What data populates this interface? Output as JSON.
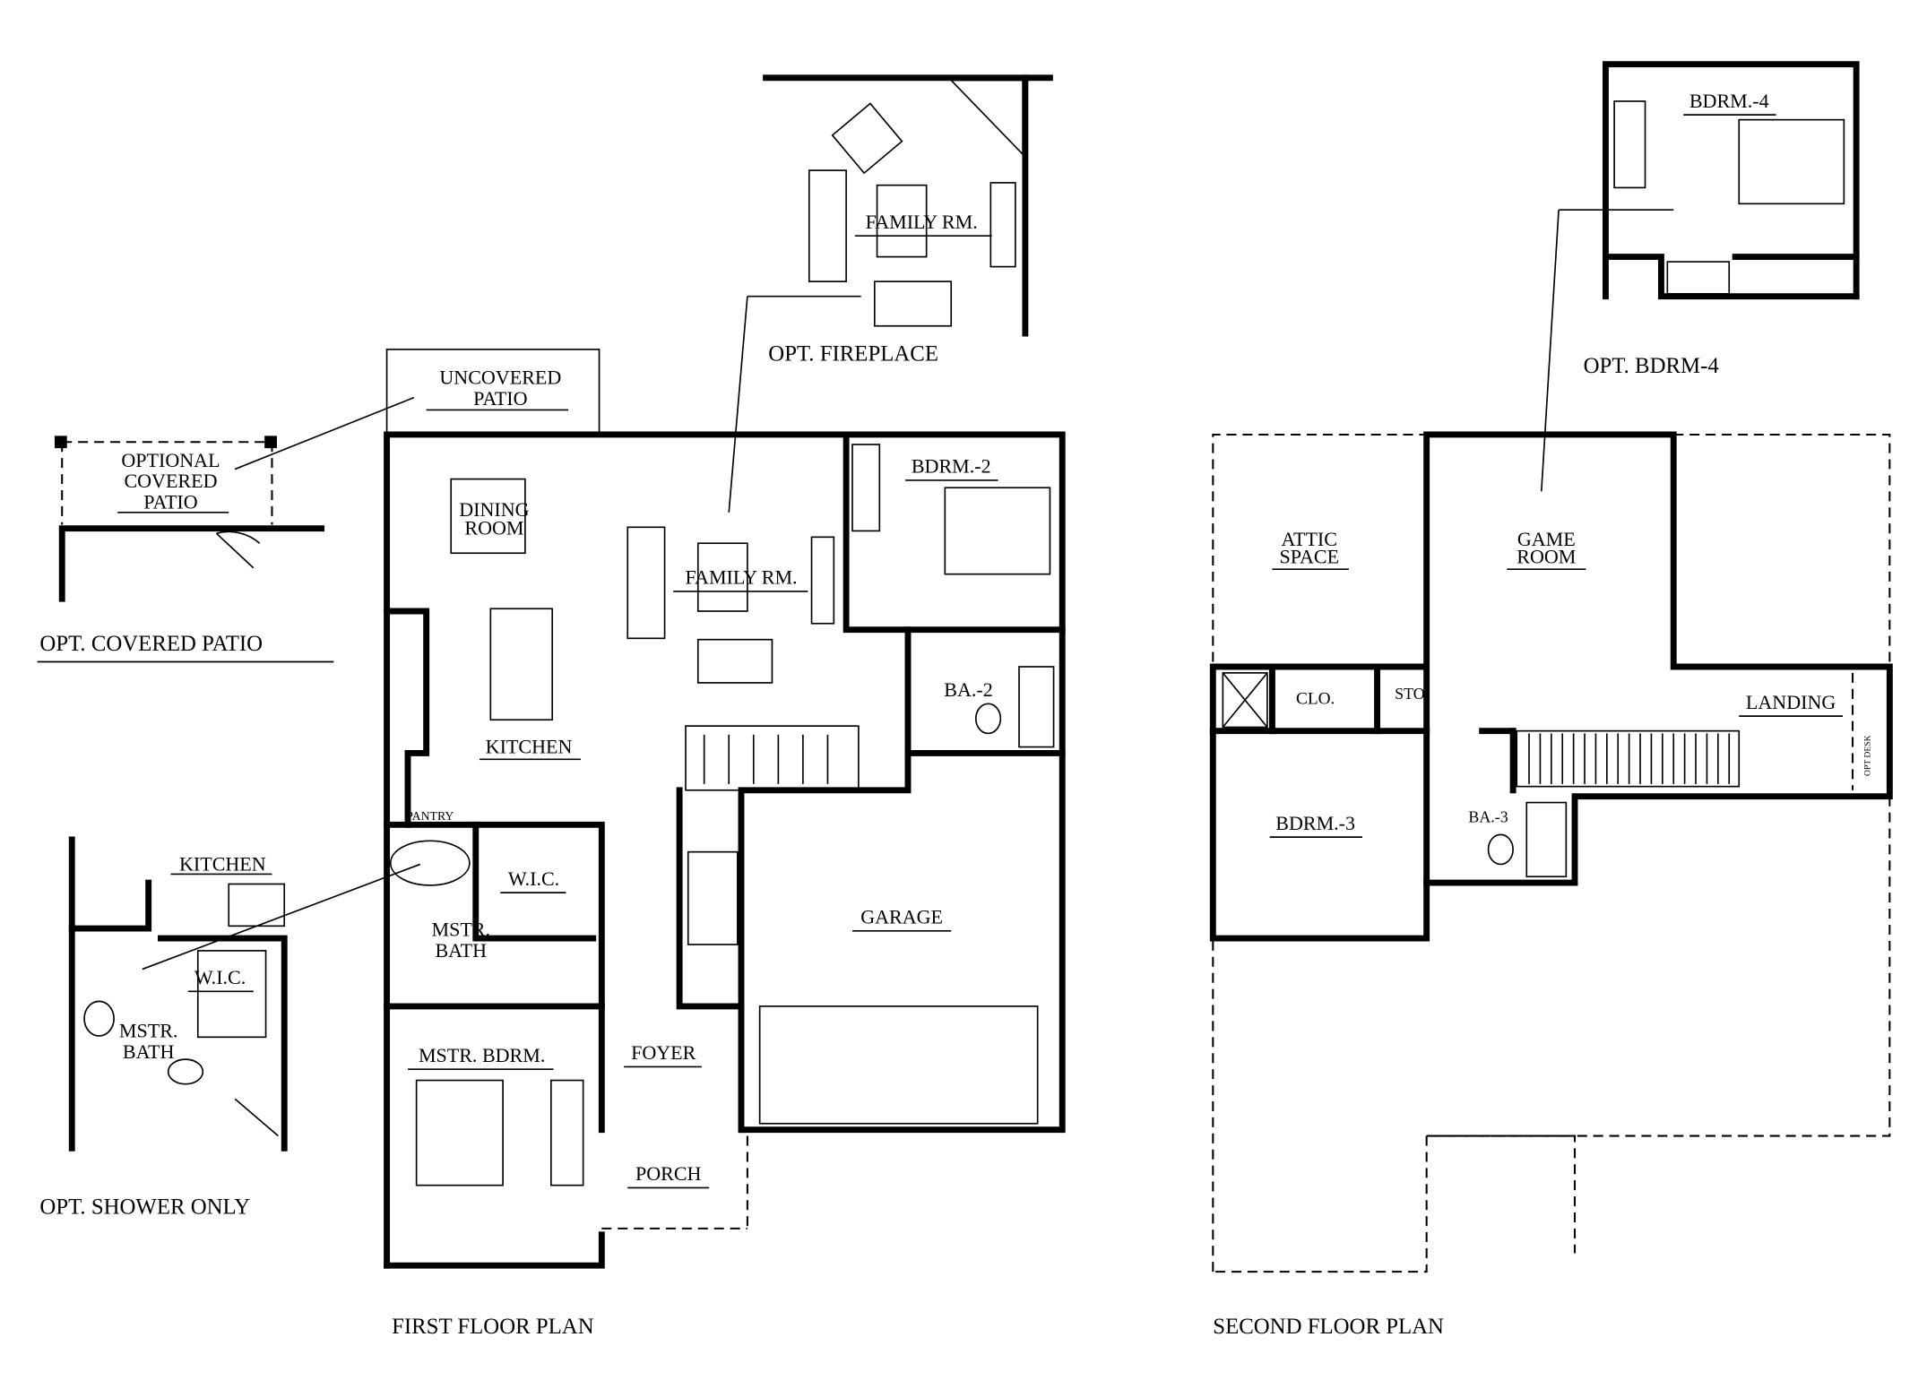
{
  "first_floor": {
    "title": "FIRST FLOOR PLAN",
    "rooms": {
      "uncovered_patio": [
        "UNCOVERED",
        "PATIO"
      ],
      "dining_room": [
        "DINING",
        "ROOM"
      ],
      "family_rm": "FAMILY RM.",
      "bdrm2": "BDRM.-2",
      "ba2": "BA.-2",
      "kitchen": "KITCHEN",
      "pantry": "PANTRY",
      "wic": "W.I.C.",
      "mstr_bath": [
        "MSTR.",
        "BATH"
      ],
      "mstr_bdrm": "MSTR. BDRM.",
      "foyer": "FOYER",
      "garage": "GARAGE",
      "porch": "PORCH"
    }
  },
  "second_floor": {
    "title": "SECOND FLOOR PLAN",
    "rooms": {
      "attic_space": [
        "ATTIC",
        "SPACE"
      ],
      "game_room": [
        "GAME",
        "ROOM"
      ],
      "clo": "CLO.",
      "sto": "STO.",
      "landing": "LANDING",
      "opt_desk": "OPT DESK",
      "bdrm3": "BDRM.-3",
      "ba3": "BA.-3"
    }
  },
  "options": {
    "covered_patio": {
      "title": "OPT. COVERED PATIO",
      "label": [
        "OPTIONAL",
        "COVERED",
        "PATIO"
      ]
    },
    "fireplace": {
      "title": "OPT. FIREPLACE",
      "room": "FAMILY RM."
    },
    "shower_only": {
      "title": "OPT. SHOWER ONLY",
      "kitchen": "KITCHEN",
      "wic": "W.I.C.",
      "mstr_bath": [
        "MSTR.",
        "BATH"
      ]
    },
    "bdrm4": {
      "title": "OPT.  BDRM-4",
      "room": "BDRM.-4"
    }
  }
}
